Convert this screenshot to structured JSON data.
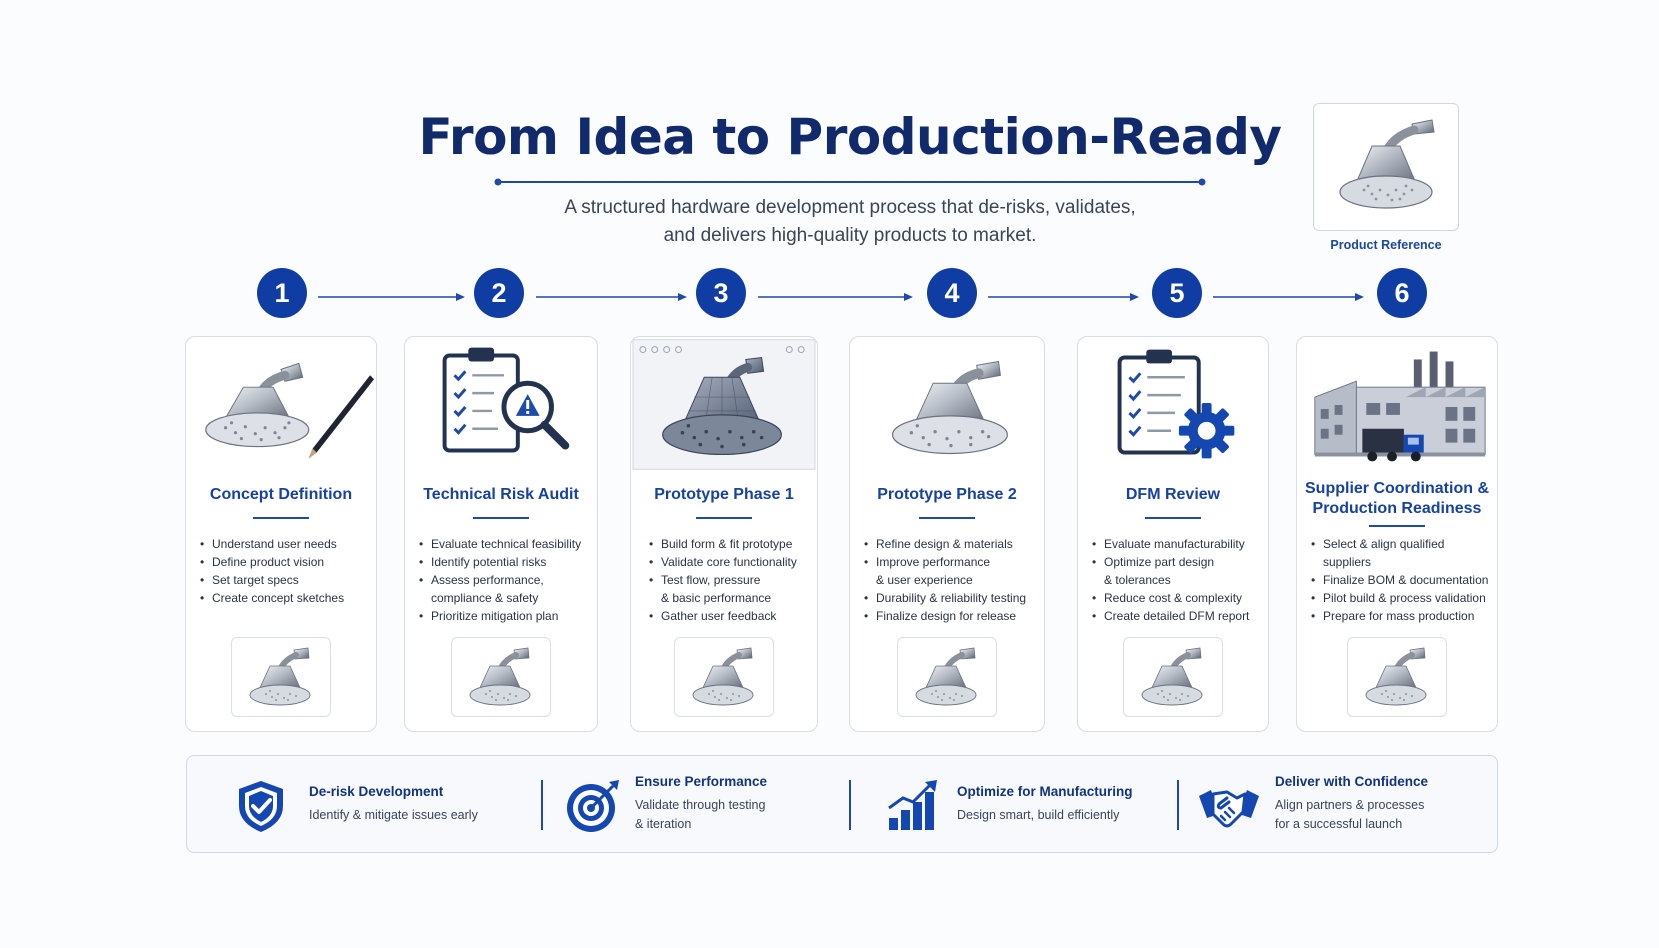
{
  "header": {
    "title": "From Idea to Production-Ready",
    "subtitle_line1": "A structured hardware development process that de-risks, validates,",
    "subtitle_line2": "and delivers high-quality products to market."
  },
  "reference": {
    "label": "Product Reference"
  },
  "colors": {
    "primary": "#0f3da3",
    "accent": "#1742a0",
    "text": "#2a3344"
  },
  "steps": [
    {
      "number": "1",
      "title_lines": [
        "Concept Definition"
      ],
      "icon": "showerhead-sketch-icon",
      "bullets": [
        [
          "Understand user needs"
        ],
        [
          "Define product vision"
        ],
        [
          "Set target specs"
        ],
        [
          "Create concept sketches"
        ]
      ]
    },
    {
      "number": "2",
      "title_lines": [
        "Technical Risk Audit"
      ],
      "icon": "clipboard-risk-icon",
      "bullets": [
        [
          "Evaluate technical feasibility"
        ],
        [
          "Identify potential risks"
        ],
        [
          "Assess performance,",
          "compliance & safety"
        ],
        [
          "Prioritize mitigation plan"
        ]
      ]
    },
    {
      "number": "3",
      "title_lines": [
        "Prototype Phase 1"
      ],
      "icon": "showerhead-cad-icon",
      "bullets": [
        [
          "Build form & fit prototype"
        ],
        [
          "Validate core functionality"
        ],
        [
          "Test flow, pressure",
          "& basic performance"
        ],
        [
          "Gather user feedback"
        ]
      ]
    },
    {
      "number": "4",
      "title_lines": [
        "Prototype Phase 2"
      ],
      "icon": "showerhead-chrome-icon",
      "bullets": [
        [
          "Refine design & materials"
        ],
        [
          "Improve performance",
          "& user experience"
        ],
        [
          "Durability & reliability testing"
        ],
        [
          "Finalize design for release"
        ]
      ]
    },
    {
      "number": "5",
      "title_lines": [
        "DFM Review"
      ],
      "icon": "clipboard-gear-icon",
      "bullets": [
        [
          "Evaluate manufacturability"
        ],
        [
          "Optimize part design",
          "& tolerances"
        ],
        [
          "Reduce cost & complexity"
        ],
        [
          "Create detailed DFM report"
        ]
      ]
    },
    {
      "number": "6",
      "title_lines": [
        "Supplier Coordination &",
        "Production Readiness"
      ],
      "icon": "factory-truck-icon",
      "bullets": [
        [
          "Select & align qualified suppliers"
        ],
        [
          "Finalize BOM & documentation"
        ],
        [
          "Pilot build & process validation"
        ],
        [
          "Prepare for mass production"
        ]
      ]
    }
  ],
  "benefits": [
    {
      "icon": "shield-check-icon",
      "title": "De-risk Development",
      "lines": [
        "Identify & mitigate issues early"
      ]
    },
    {
      "icon": "target-icon",
      "title": "Ensure Performance",
      "lines": [
        "Validate through testing",
        "& iteration"
      ]
    },
    {
      "icon": "growth-chart-icon",
      "title": "Optimize for Manufacturing",
      "lines": [
        "Design smart, build efficiently"
      ]
    },
    {
      "icon": "handshake-icon",
      "title": "Deliver with Confidence",
      "lines": [
        "Align partners & processes",
        "for a successful launch"
      ]
    }
  ]
}
